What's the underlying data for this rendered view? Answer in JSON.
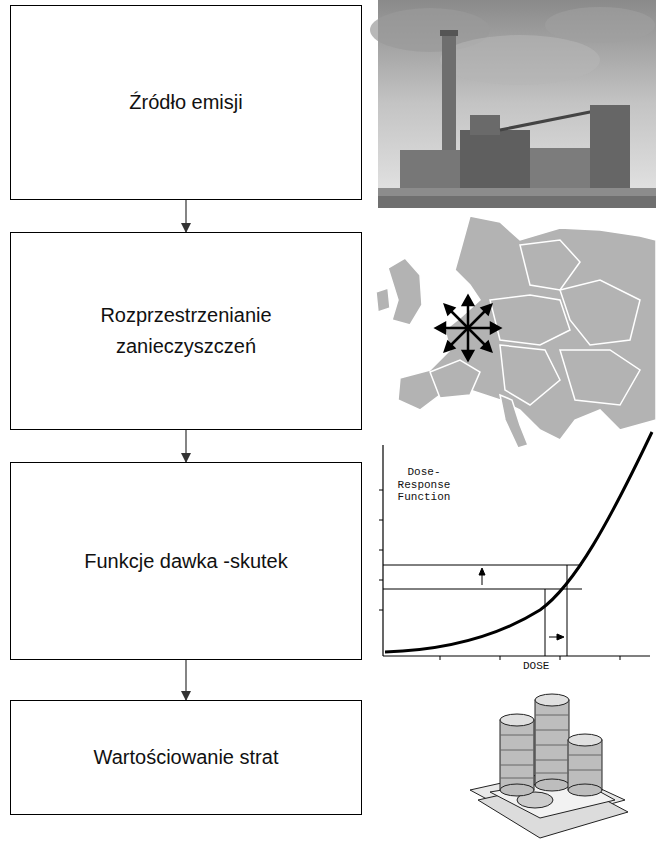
{
  "diagram": {
    "nodes": [
      {
        "text": [
          "Źródło emisji"
        ]
      },
      {
        "text": [
          "Rozprzestrzenianie zanieczyszczeń"
        ]
      },
      {
        "text": [
          "Funkcje dawka -skutek"
        ]
      },
      {
        "text": [
          "Wartościowanie strat"
        ]
      }
    ],
    "edges": [
      {
        "from": 0,
        "to": 1,
        "arrow": "to"
      },
      {
        "from": 1,
        "to": 2,
        "arrow": "to"
      },
      {
        "from": 2,
        "to": 3,
        "arrow": "to"
      }
    ],
    "labels": [
      "Dose-Response Function",
      "DOSE"
    ]
  }
}
